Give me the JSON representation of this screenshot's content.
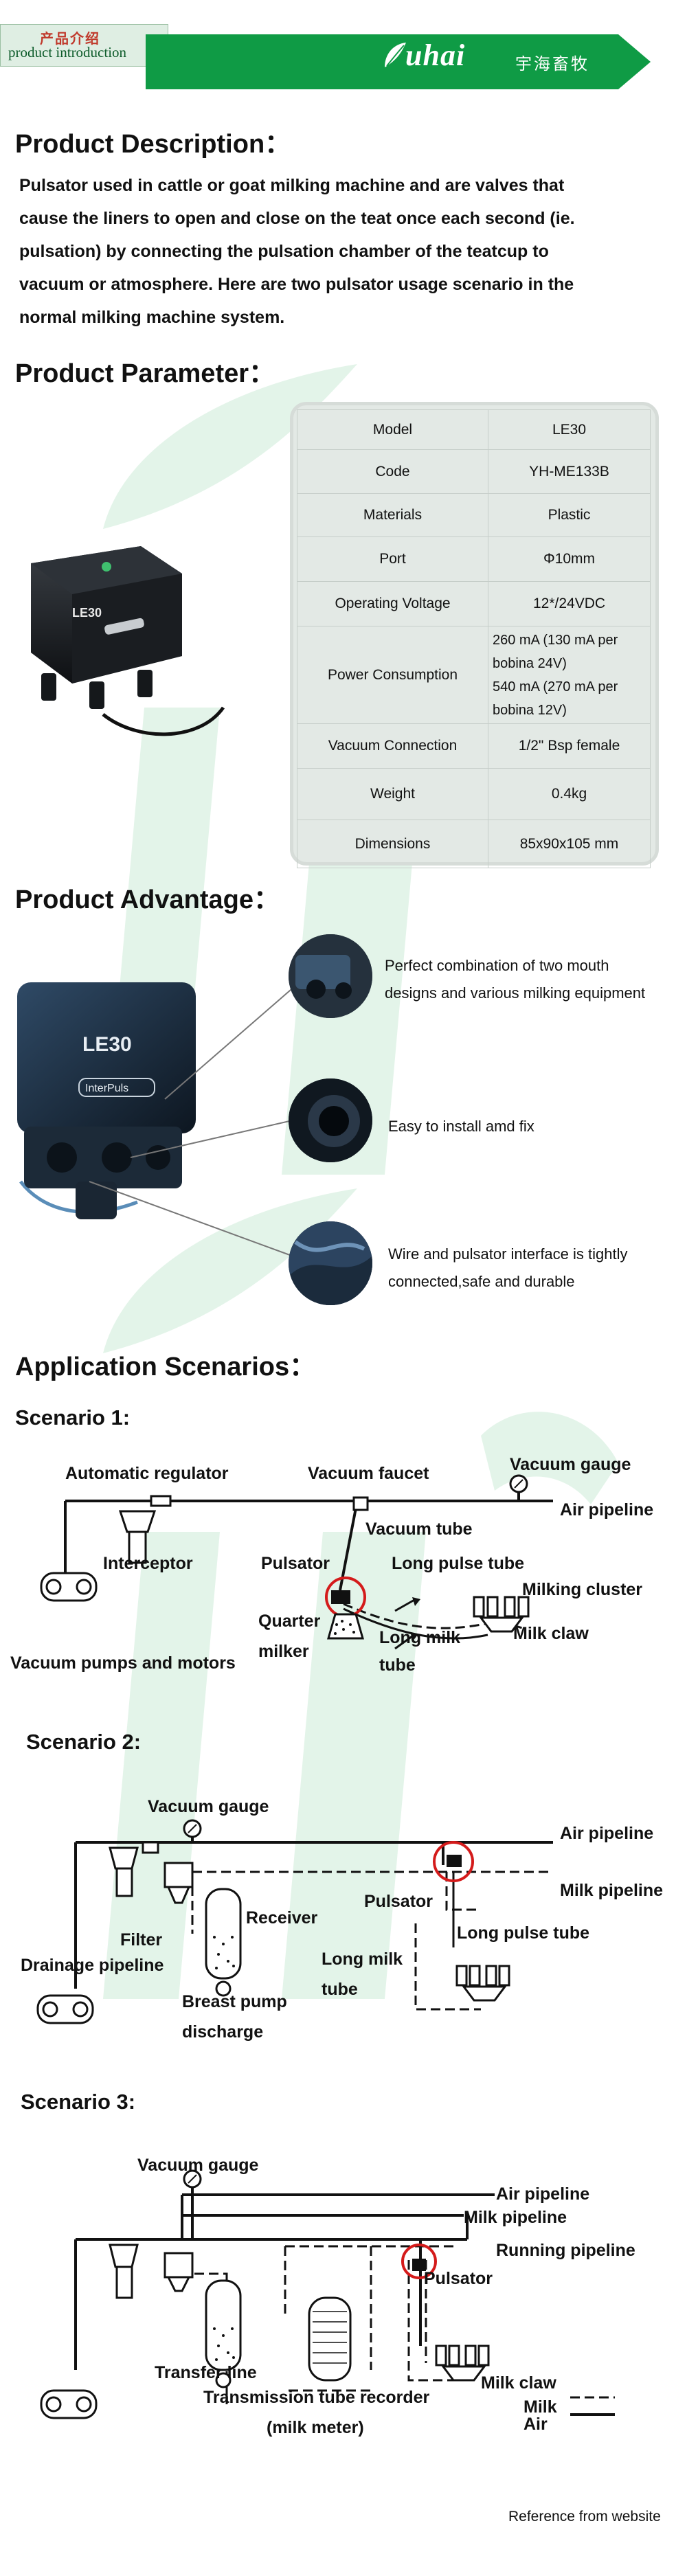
{
  "header": {
    "cn_label": "产品介绍",
    "en_label": "product introduction",
    "brand": "uhai",
    "brand_cn": "宇海畜牧",
    "brand_color": "#0f9b45"
  },
  "description": {
    "title": "Product Description：",
    "lines": [
      "Pulsator used in cattle or goat milking machine and are valves that",
      "cause the liners to open and close on the teat once each second (ie.",
      "pulsation) by connecting the pulsation chamber of the teatcup to",
      "vacuum or atmosphere. Here are two pulsator usage scenario in the",
      "normal milking machine system."
    ]
  },
  "parameter": {
    "title": "Product Parameter：",
    "product_label": "LE30",
    "rows": [
      {
        "label": "Model",
        "value": "LE30"
      },
      {
        "label": "Code",
        "value": "YH-ME133B"
      },
      {
        "label": "Materials",
        "value": "Plastic"
      },
      {
        "label": "Port",
        "value": "Φ10mm"
      },
      {
        "label": "Operating Voltage",
        "value": "12*/24VDC"
      },
      {
        "label": "Power Consumption",
        "lines": [
          "260 mA (130 mA per",
          "bobina 24V)",
          "540 mA (270 mA per",
          "bobina 12V)"
        ]
      },
      {
        "label": "Vacuum Connection",
        "value": "1/2\" Bsp female"
      },
      {
        "label": "Weight",
        "value": "0.4kg"
      },
      {
        "label": "Dimensions",
        "value": "85x90x105 mm"
      }
    ]
  },
  "advantage": {
    "title": "Product Advantage：",
    "product_label": "LE30",
    "product_brand": "InterPuls",
    "items": [
      {
        "lines": [
          "Perfect combination of two mouth",
          "designs and various milking equipment"
        ]
      },
      {
        "lines": [
          "Easy to install amd fix"
        ]
      },
      {
        "lines": [
          "Wire and pulsator interface is tightly",
          "connected,safe and durable"
        ]
      }
    ]
  },
  "scenarios": {
    "title": "Application Scenarios：",
    "s1": {
      "title": "Scenario 1:",
      "labels": {
        "auto_regulator": "Automatic regulator",
        "vacuum_faucet": "Vacuum faucet",
        "vacuum_gauge": "Vacuum gauge",
        "air_pipeline": "Air pipeline",
        "vacuum_tube": "Vacuum tube",
        "interceptor": "Interceptor",
        "pulsator": "Pulsator",
        "long_pulse_tube": "Long pulse tube",
        "milking_cluster": "Milking cluster",
        "quarter": "Quarter",
        "milker": "milker",
        "long_milk": "Long milk",
        "tube": "tube",
        "milk_claw": "Milk claw",
        "vacuum_pumps": "Vacuum pumps and motors"
      }
    },
    "s2": {
      "title": "Scenario 2:",
      "labels": {
        "vacuum_gauge": "Vacuum gauge",
        "air_pipeline": "Air pipeline",
        "milk_pipeline": "Milk pipeline",
        "receiver": "Receiver",
        "pulsator": "Pulsator",
        "filter": "Filter",
        "long_pulse_tube": "Long pulse tube",
        "drainage": "Drainage pipeline",
        "long_milk": "Long milk",
        "tube": "tube",
        "breast_pump": "Breast pump",
        "discharge": "discharge"
      }
    },
    "s3": {
      "title": "Scenario 3:",
      "labels": {
        "vacuum_gauge": "Vacuum gauge",
        "air_pipeline": "Air pipeline",
        "milk_pipeline": "Milk pipeline",
        "running_pipeline": "Running pipeline",
        "pulsator": "Pulsator",
        "transfer_line": "Transfer line",
        "milk_claw": "Milk claw",
        "recorder": "Transmission tube recorder",
        "milk_meter": "(milk meter)",
        "legend_milk": "Milk",
        "legend_air": "Air"
      }
    }
  },
  "footer": {
    "reference": "Reference from website"
  }
}
